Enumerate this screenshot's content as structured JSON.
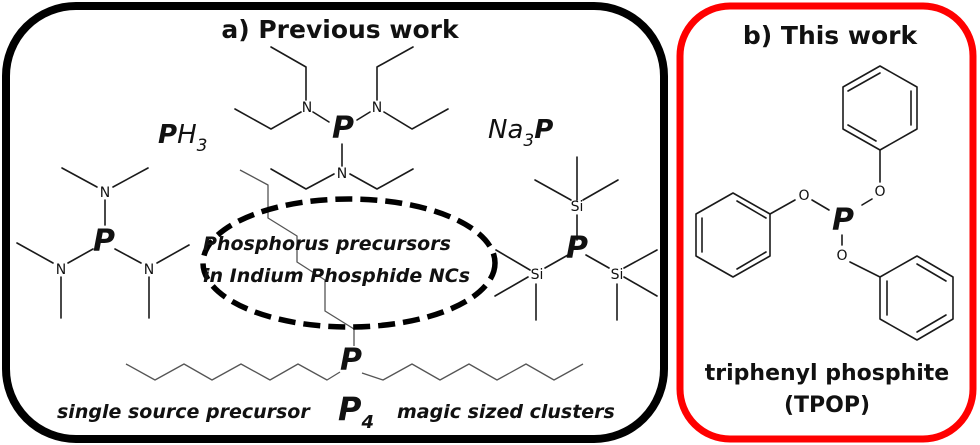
{
  "panel_a": {
    "title": "a) Previous work",
    "frame_color": "#000000",
    "ellipse_label_line1": "Phosphorus precursors",
    "ellipse_label_line2": "in Indium Phosphide NCs",
    "compounds": {
      "ph3": {
        "p": "P",
        "h": "H",
        "sub": "3"
      },
      "na3p": {
        "na": "Na",
        "sub": "3",
        "p": "P"
      },
      "tris_diethylamino_phosphine": {
        "center": "P",
        "n": "N"
      },
      "tris_dimethylamino_phosphine": {
        "center": "P",
        "n": "N"
      },
      "tris_trimethylsilyl_phosphine": {
        "center": "P",
        "si": "Si"
      },
      "trioctylphosphine": {
        "center": "P"
      }
    },
    "bottom_labels": {
      "single_source": "single source precursor",
      "p4_p": "P",
      "p4_sub": "4",
      "magic_sized": "magic sized clusters"
    }
  },
  "panel_b": {
    "title": "b) This work",
    "frame_color": "#ff0000",
    "compound_center": "P",
    "oxygen": "O",
    "name_line1": "triphenyl phosphite",
    "name_line2": "(TPOP)"
  }
}
